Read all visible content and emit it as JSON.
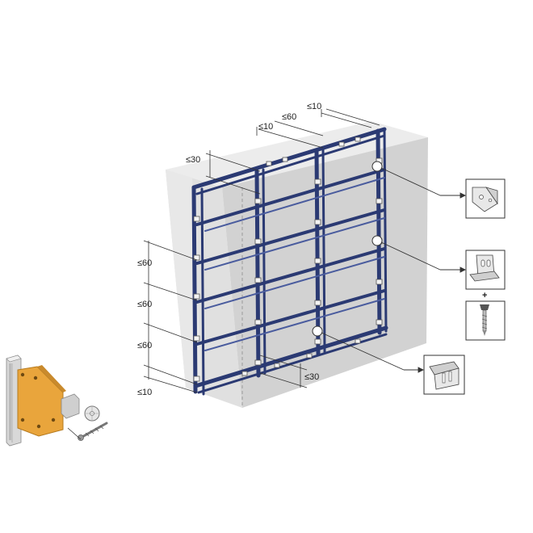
{
  "dimensions": {
    "top_le10_right": "≤10",
    "top_le60": "≤60",
    "top_le10_left": "≤10",
    "left_le30": "≤30",
    "left_le60_a": "≤60",
    "left_le60_b": "≤60",
    "left_le60_c": "≤60",
    "left_le10": "≤10",
    "bottom_le30": "≤30"
  },
  "detail_separator": "+",
  "colors": {
    "frame_profile": "#2b3a73",
    "frame_highlight": "#4a5c9e",
    "wall_front": "#dcdcdc",
    "wall_side": "#c8c8c8",
    "wall_top": "#ececec",
    "bracket_orange": "#e9a53c",
    "leader_line": "#333333"
  },
  "icons": {
    "bracket_detail_1": "angle-bracket-icon",
    "bracket_detail_2": "wall-bracket-icon",
    "screw_detail": "screw-anchor-icon",
    "bracket_detail_3": "connector-clip-icon",
    "inset_bracket": "orange-corner-bracket-icon"
  }
}
